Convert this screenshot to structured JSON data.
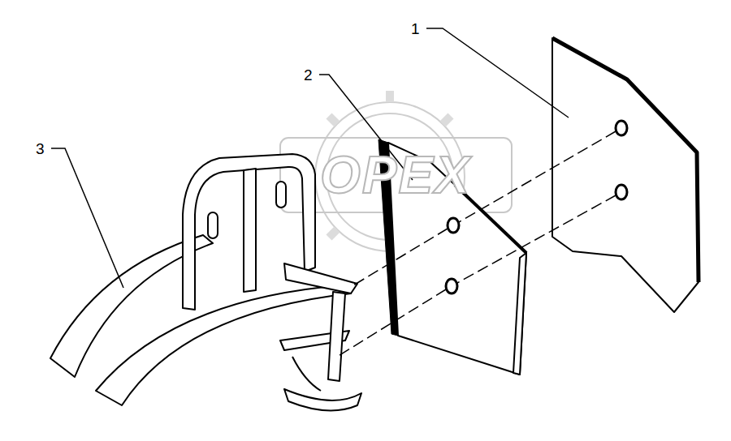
{
  "diagram": {
    "labels": [
      "1",
      "2",
      "3",
      "OPEX"
    ]
  }
}
